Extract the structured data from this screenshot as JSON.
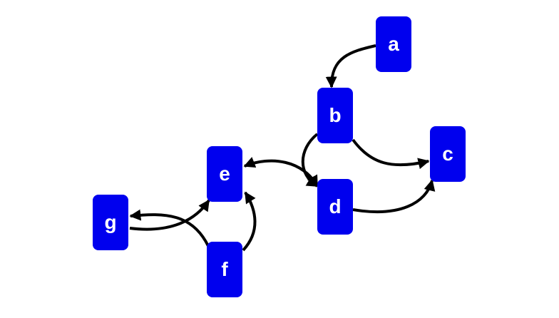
{
  "nodes": [
    {
      "id": "a",
      "label": "a"
    },
    {
      "id": "b",
      "label": "b"
    },
    {
      "id": "c",
      "label": "c"
    },
    {
      "id": "d",
      "label": "d"
    },
    {
      "id": "e",
      "label": "e"
    },
    {
      "id": "f",
      "label": "f"
    },
    {
      "id": "g",
      "label": "g"
    }
  ],
  "edges": [
    {
      "from": "a",
      "to": "b"
    },
    {
      "from": "b",
      "to": "c"
    },
    {
      "from": "b",
      "to": "d"
    },
    {
      "from": "d",
      "to": "c"
    },
    {
      "from": "d",
      "to": "e"
    },
    {
      "from": "e",
      "to": "d"
    },
    {
      "from": "f",
      "to": "e"
    },
    {
      "from": "f",
      "to": "g"
    },
    {
      "from": "g",
      "to": "e"
    }
  ],
  "colors": {
    "node_fill": "#0000ee",
    "node_text": "#ffffff",
    "edge": "#000000",
    "background": "#ffffff"
  }
}
